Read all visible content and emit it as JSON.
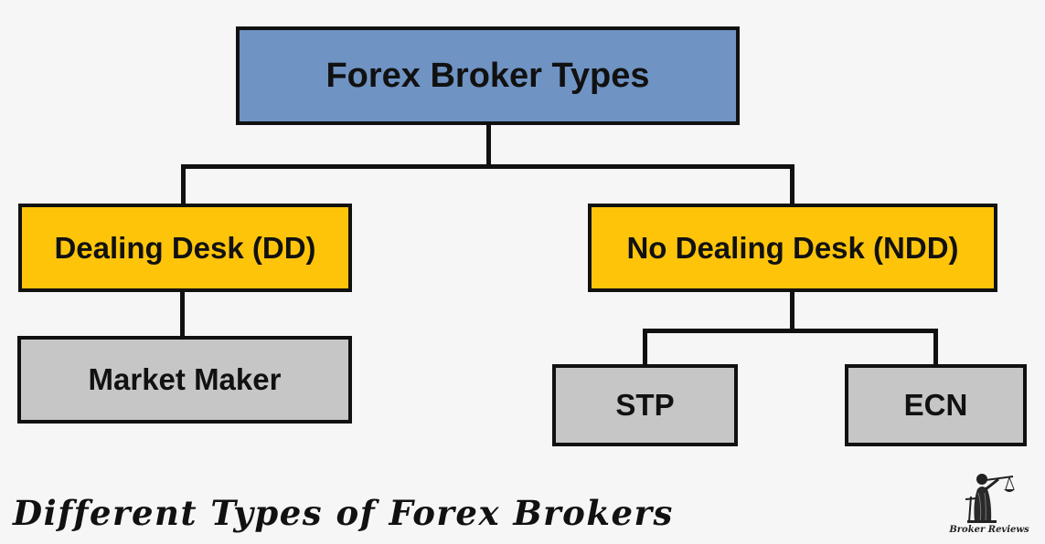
{
  "diagram": {
    "root": {
      "label": "Forex Broker Types"
    },
    "dealing_desk": {
      "label": "Dealing Desk (DD)",
      "children": [
        {
          "label": "Market Maker"
        }
      ]
    },
    "no_dealing_desk": {
      "label": "No Dealing Desk (NDD)",
      "children": [
        {
          "label": "STP"
        },
        {
          "label": "ECN"
        }
      ]
    }
  },
  "caption": "Different Types of Forex Brokers",
  "logo": {
    "text": "Broker Reviews",
    "icon": "lady-justice-icon"
  },
  "colors": {
    "root_fill": "#6f93c3",
    "branch_fill": "#fdc40a",
    "leaf_fill": "#c6c6c6",
    "outline": "#111111",
    "background": "#f6f6f6"
  }
}
